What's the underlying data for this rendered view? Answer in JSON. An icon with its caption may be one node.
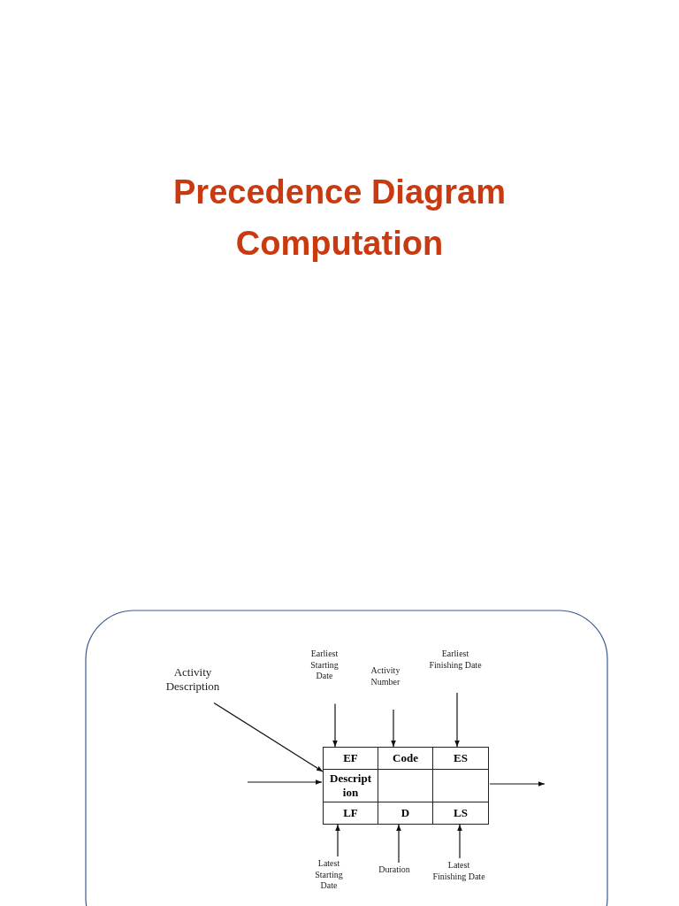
{
  "diagram": {
    "title": "Precedence Diagram Computation",
    "nodes": [
      {
        "text": [],
        "shape": "box"
      },
      {
        "text": [
          "EF"
        ],
        "in": 0
      },
      {
        "text": [
          "Code"
        ],
        "in": 0
      },
      {
        "text": [
          "ES"
        ],
        "in": 0
      },
      {
        "text": [
          "Descript ion"
        ],
        "in": 0
      },
      {
        "text": [],
        "shape": "box",
        "in": 0
      },
      {
        "text": [],
        "shape": "box",
        "in": 0
      },
      {
        "text": [
          "LF"
        ],
        "in": 0
      },
      {
        "text": [
          "D"
        ],
        "in": 0
      },
      {
        "text": [
          "LS"
        ],
        "in": 0
      },
      {
        "text": [
          "Activity Description"
        ]
      },
      {
        "text": [
          "Earliest Starting Date"
        ]
      },
      {
        "text": [
          "Activity Number"
        ]
      },
      {
        "text": [
          "Earliest Finishing Date"
        ]
      },
      {
        "text": [
          "Latest Starting Date"
        ]
      },
      {
        "text": [
          "Duration"
        ]
      },
      {
        "text": [
          "Latest Finishing Date"
        ]
      }
    ],
    "edges": [
      {
        "from": 10,
        "to": 4,
        "arrow": "to"
      },
      {
        "from": 11,
        "to": 1,
        "arrow": "to"
      },
      {
        "from": 12,
        "to": 2,
        "arrow": "to"
      },
      {
        "from": 13,
        "to": 3,
        "arrow": "to"
      },
      {
        "from": 14,
        "to": 7,
        "arrow": "to"
      },
      {
        "from": 15,
        "to": 8,
        "arrow": "to"
      },
      {
        "from": 16,
        "to": 9,
        "arrow": "to"
      },
      {
        "from": null,
        "to": 0,
        "arrow": "to"
      },
      {
        "from": 0,
        "to": null,
        "arrow": "to"
      }
    ]
  }
}
